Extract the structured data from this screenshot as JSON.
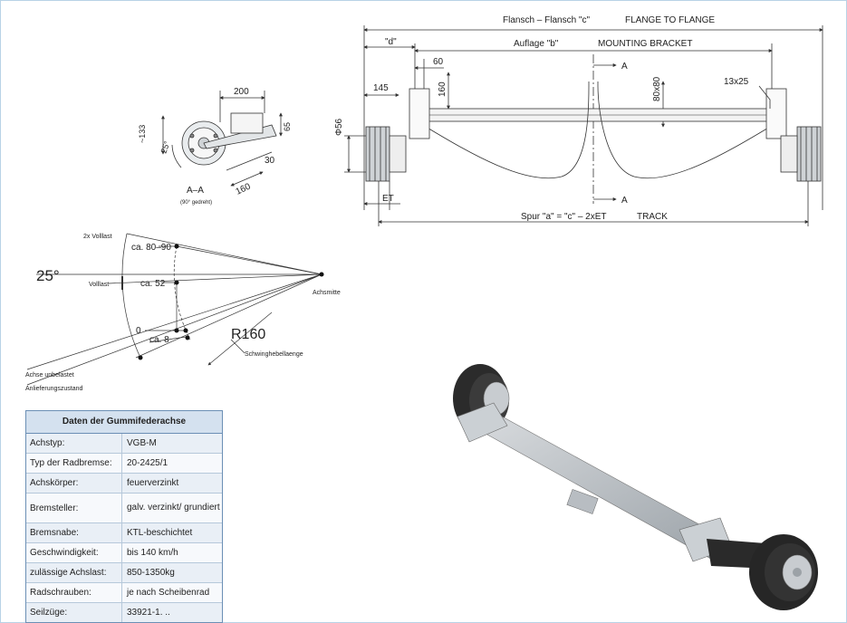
{
  "top_drawing": {
    "flange_label": "Flansch – Flansch \"c\"",
    "flange_label_en": "FLANGE TO FLANGE",
    "d_label": "\"d\"",
    "bracket_label": "Auflage \"b\"",
    "bracket_label_en": "MOUNTING BRACKET",
    "dim_60": "60",
    "dim_145": "145",
    "dim_160": "160",
    "dim_80x80": "80x80",
    "dim_13x25": "13x25",
    "dim_56": "Φ56",
    "section_a": "A",
    "et_label": "ET",
    "track_label": "Spur \"a\" = \"c\" – 2xET",
    "track_label_en": "TRACK"
  },
  "section_view": {
    "dim_200": "200",
    "dim_65": "65",
    "dim_133": "~133",
    "dim_25": "25°",
    "dim_30": "30",
    "dim_160": "160",
    "title": "A–A",
    "subtitle": "(90° gedreht)"
  },
  "angle_diagram": {
    "label_2x": "2x Volllast",
    "label_8090": "ca. 80–90",
    "angle": "25°",
    "label_volllast": "Volllast",
    "label_52": "ca. 52",
    "label_achsmitte": "Achsmitte",
    "label_0": "0",
    "label_8": "ca. 8",
    "label_r160": "R160",
    "label_schwinge": "Schwinghebellaenge",
    "label_unbelastet": "Achse unbelastet",
    "label_anlieferung": "Anlieferungszustand"
  },
  "spec_table": {
    "title": "Daten der Gummifederachse",
    "rows": [
      {
        "key": "Achstyp:",
        "value": "VGB-M"
      },
      {
        "key": "Typ der Radbremse:",
        "value": "20-2425/1"
      },
      {
        "key": "Achskörper:",
        "value": "feuerverzinkt"
      },
      {
        "key": "Bremsteller:",
        "value": "galv. verzinkt/ grundiert"
      },
      {
        "key": "Bremsnabe:",
        "value": "KTL-beschichtet"
      },
      {
        "key": "Geschwindigkeit:",
        "value": "bis 140 km/h"
      },
      {
        "key": "zulässige Achslast:",
        "value": "850-1350kg"
      },
      {
        "key": "Radschrauben:",
        "value": "je nach Scheibenrad"
      },
      {
        "key": "Seilzüge:",
        "value": "33921-1. .."
      }
    ]
  },
  "colors": {
    "frame": "#b8d2e6",
    "table_header": "#d4e1ef",
    "table_border": "#6b8fb5"
  }
}
